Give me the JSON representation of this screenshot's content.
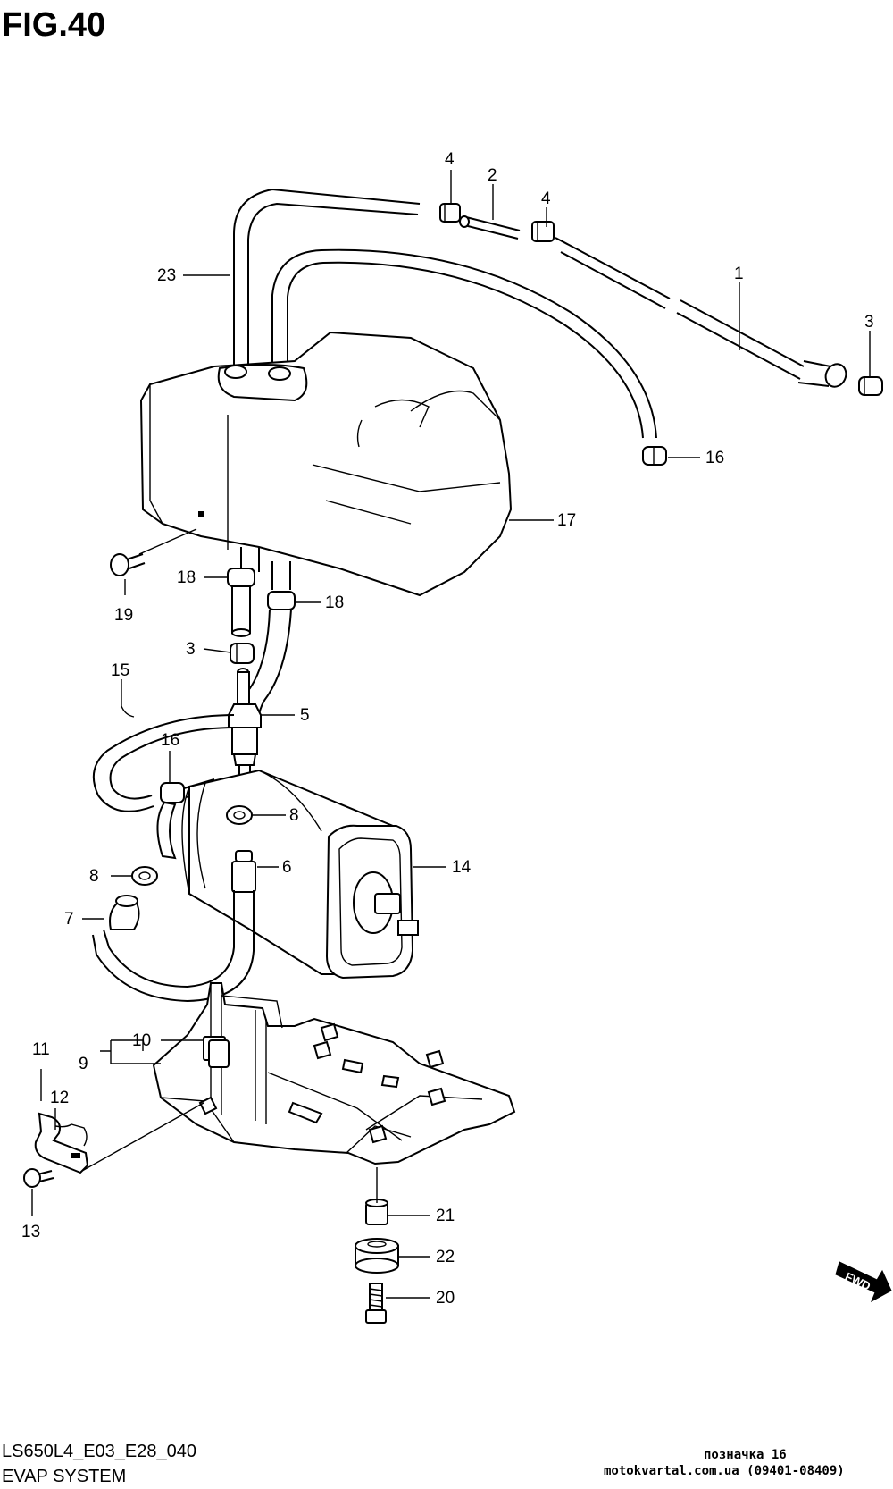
{
  "header": {
    "figure_label": "FIG.40"
  },
  "callouts": {
    "c1": "1",
    "c2": "2",
    "c3a": "3",
    "c3b": "3",
    "c4a": "4",
    "c4b": "4",
    "c5": "5",
    "c6": "6",
    "c7": "7",
    "c8a": "8",
    "c8b": "8",
    "c9": "9",
    "c10": "10",
    "c11": "11",
    "c12": "12",
    "c13": "13",
    "c14": "14",
    "c15": "15",
    "c16a": "16",
    "c16b": "16",
    "c17": "17",
    "c18a": "18",
    "c18b": "18",
    "c19": "19",
    "c20": "20",
    "c21": "21",
    "c22": "22",
    "c23": "23"
  },
  "fwd_label": "FWD",
  "footer": {
    "model_code": "LS650L4_E03_E28_040",
    "section_name": "EVAP SYSTEM",
    "watermark_line1": "позначка 16",
    "watermark_line2": "motokvartal.com.ua (09401-08409)"
  }
}
